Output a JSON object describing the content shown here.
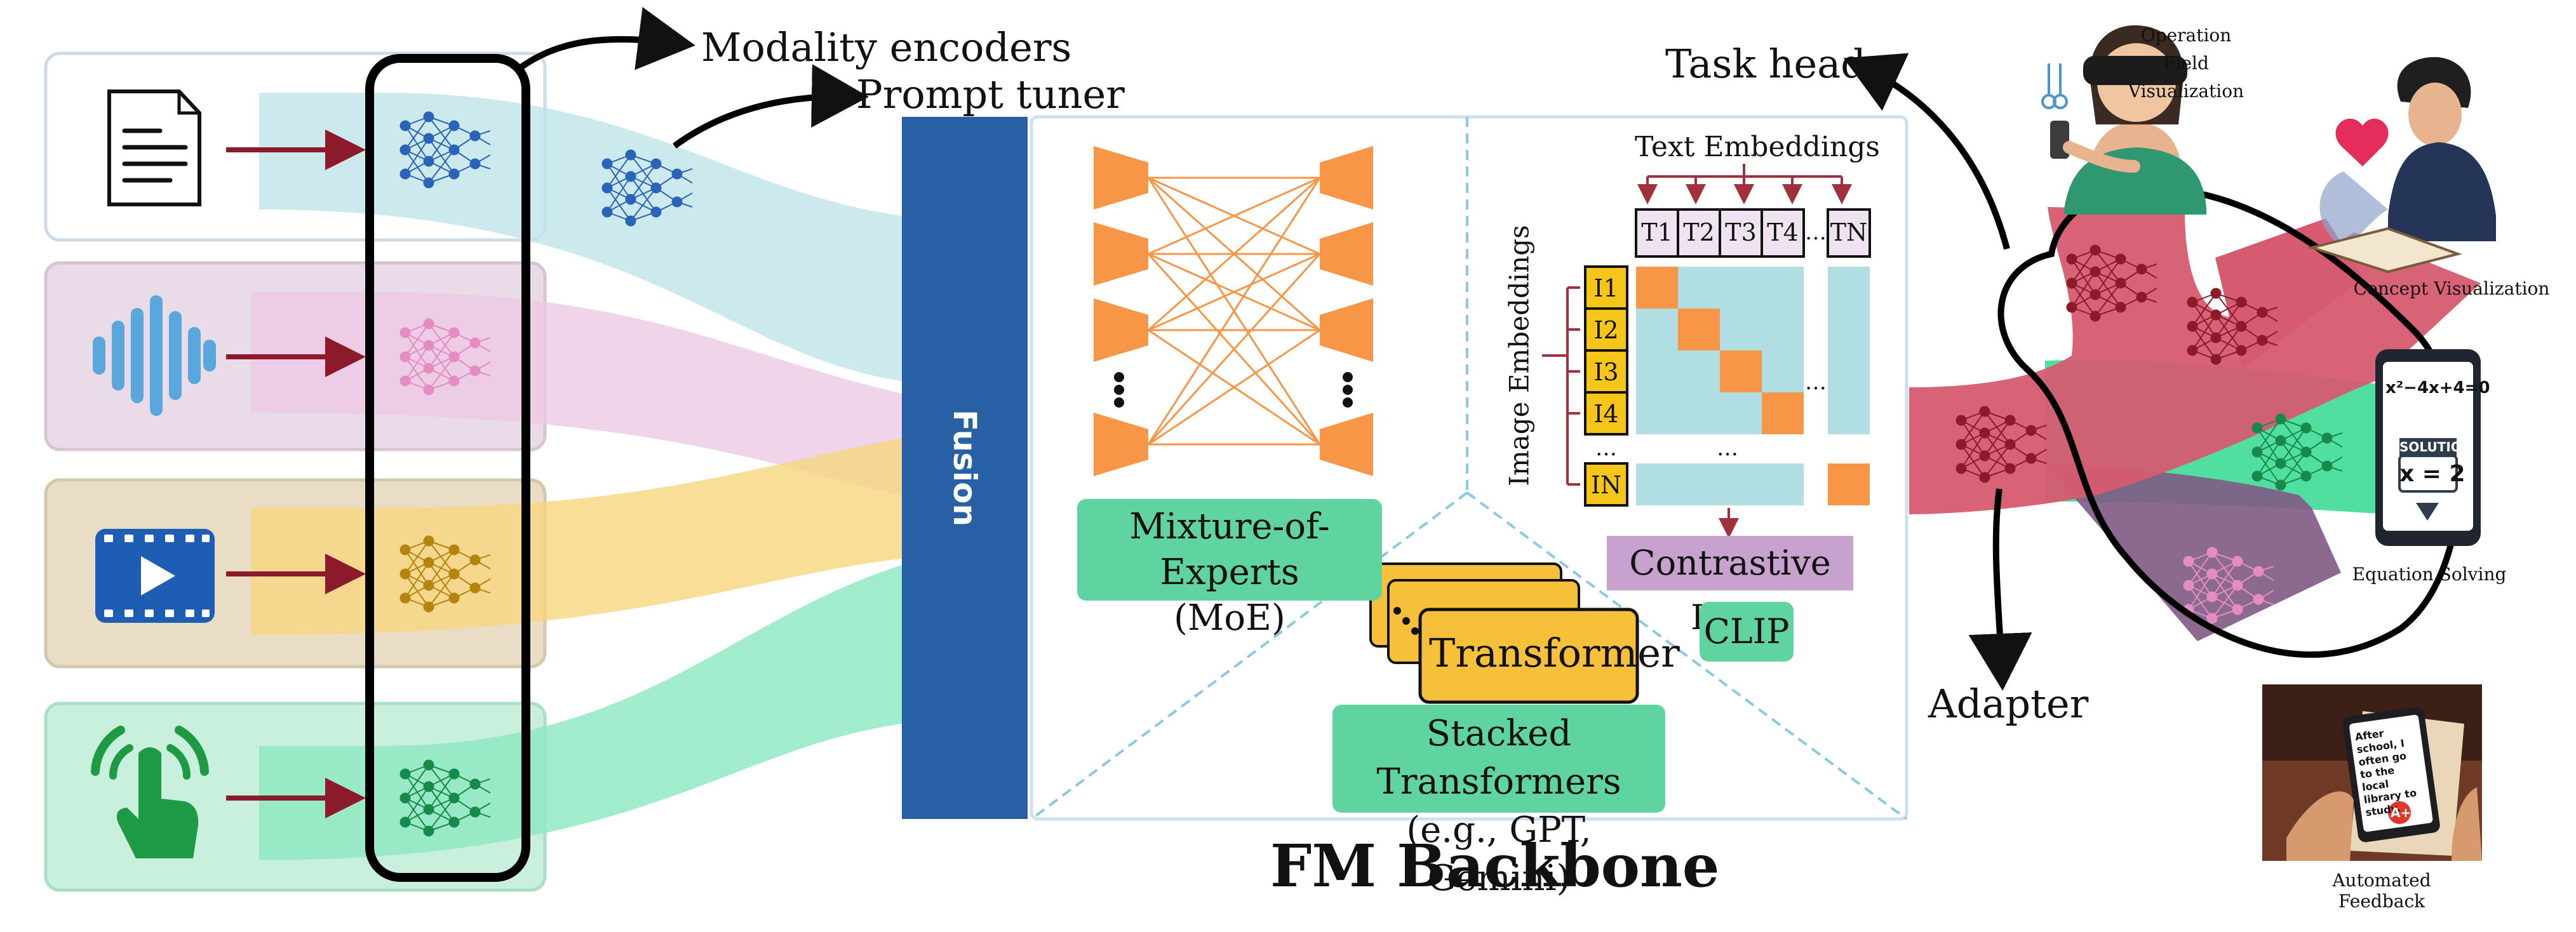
{
  "labels": {
    "modality_encoders": "Modality encoders",
    "prompt_tuner": "Prompt tuner",
    "fusion": "Fusion",
    "task_heads": "Task heads",
    "adapter": "Adapter",
    "fm_backbone": "FM Backbone"
  },
  "moe": {
    "line1": "Mixture-of-Experts",
    "line2": "(MoE)"
  },
  "transformer": {
    "block": "Transformer",
    "line1": "Stacked Transformers",
    "line2": "(e.g., GPT, Gemini)"
  },
  "clip": {
    "text_embeddings": "Text Embeddings",
    "image_embeddings": "Image Embeddings",
    "text_tokens": [
      "T1",
      "T2",
      "T3",
      "T4",
      "TN"
    ],
    "image_tokens": [
      "I1",
      "I2",
      "I3",
      "I4",
      "IN"
    ],
    "ellipsis": "…",
    "loss": "Contrastive Loss",
    "name": "CLIP"
  },
  "tasks": {
    "operation_line1": "Operation Field",
    "operation_line2": "Visualization",
    "concept": "Concept Visualization",
    "equation": "Equation Solving",
    "feedback": "Automated Feedback"
  },
  "phone_screen": {
    "equation": "x²−4x+4=0",
    "solution_label": "SOLUTION",
    "answer": "x = 2"
  },
  "paper_note": {
    "text": "After school, I often go to the local library to study.",
    "grade": "A+"
  },
  "colors": {
    "text_stream": "#bfe5ea",
    "audio_stream": "#ecc9e3",
    "video_stream": "#f7d67e",
    "touch_stream": "#8fe9c3",
    "fusion": "#2860a6",
    "moe_orange": "#f79646",
    "pill_green": "#5fd3a0",
    "loss_purple": "#c8a2cf",
    "token_purple": "#efe2f1",
    "diag_orange": "#f79646",
    "matrix_cyan": "#b1dee3",
    "adapter_red": "#d65b70",
    "task_green": "#3ddc96",
    "task_purple": "#7f5a84"
  }
}
